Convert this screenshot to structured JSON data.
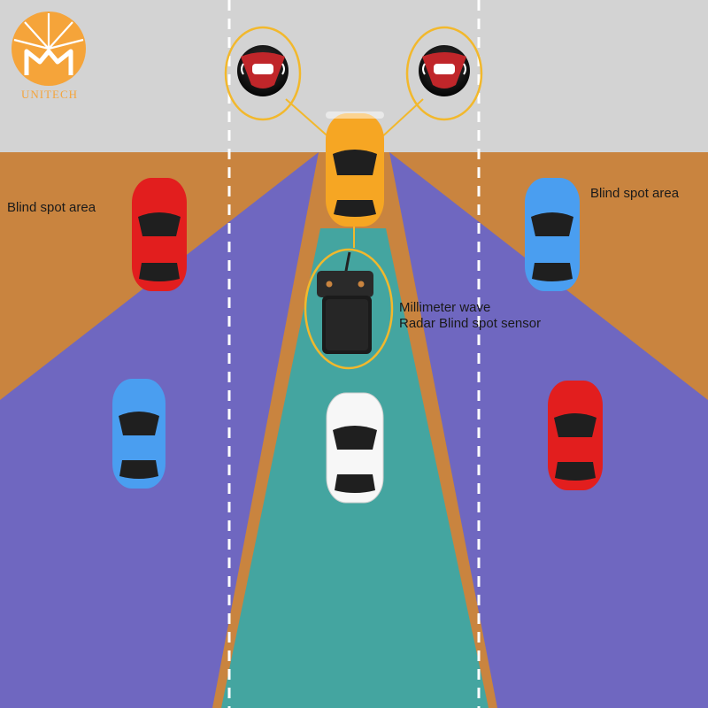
{
  "brand": {
    "name": "UNITECH",
    "color": "#f5a43a"
  },
  "labels": {
    "blind_spot_left": "Blind spot area",
    "blind_spot_right": "Blind spot area",
    "sensor_line1": "Millimeter wave",
    "sensor_line2": "Radar Blind spot sensor"
  },
  "colors": {
    "road_top": "#d3d3d3",
    "road_surface": "#c9843f",
    "blind_spot_zone": "#6f67c0",
    "rear_radar_zone": "#44a5a0",
    "highlight_ring": "#f2b82c",
    "lane_marking": "#ffffff"
  },
  "icons": [
    "brand-logo-icon",
    "blind-spot-warning-icon",
    "radar-sensor-icon"
  ]
}
